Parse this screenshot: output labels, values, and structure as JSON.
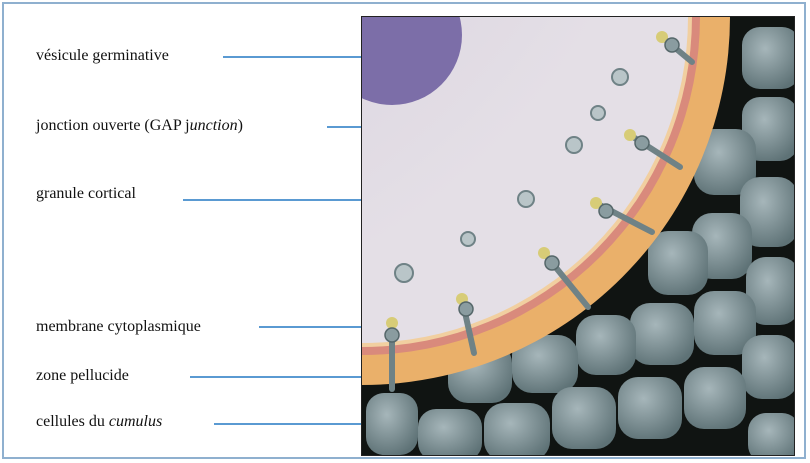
{
  "labels": {
    "vesicule": "vésicule germinative",
    "jonction_prefix": "jonction ouverte (GAP j",
    "jonction_italic": "unction",
    "jonction_suffix": ")",
    "granule": "granule cortical",
    "membrane": "membrane cytoplasmique",
    "zone": "zone pellucide",
    "cellules_prefix": "cellules du ",
    "cellules_italic": "cumulus"
  },
  "colors": {
    "frame": "#8fb0cf",
    "leader": "#5a9ad2",
    "cytoplasm": "#d9d3de",
    "nucleus": "#7c6ea8",
    "membrane": "#d98a7c",
    "zona": "#eab06a",
    "cumulus": "#7f9498",
    "background": "#101412"
  }
}
